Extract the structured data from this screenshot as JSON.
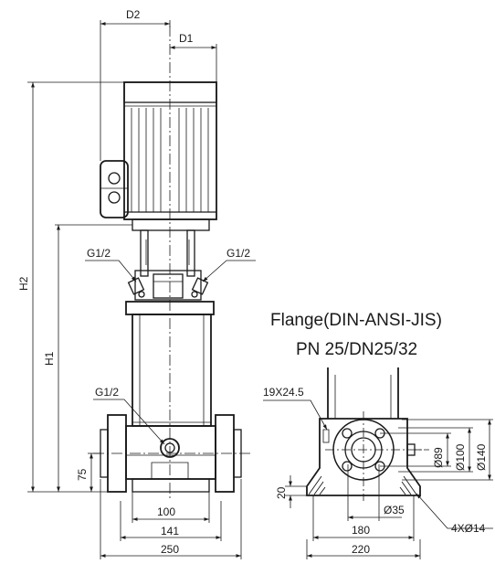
{
  "flange_title": {
    "line1": "Flange(DIN-ANSI-JIS)",
    "line2": "PN 25/DN25/32"
  },
  "dimensions": {
    "d2": "D2",
    "d1": "D1",
    "h2": "H2",
    "h1": "H1",
    "g_left": "G1/2",
    "g_right": "G1/2",
    "g_lower": "G1/2",
    "h75": "75",
    "w100": "100",
    "w141": "141",
    "w250": "250",
    "slot": "19X24.5",
    "d89": "Ø89",
    "d100": "Ø100",
    "d140": "Ø140",
    "h20": "20",
    "d35": "Ø35",
    "w180": "180",
    "holes": "4XØ14",
    "w220": "220"
  }
}
